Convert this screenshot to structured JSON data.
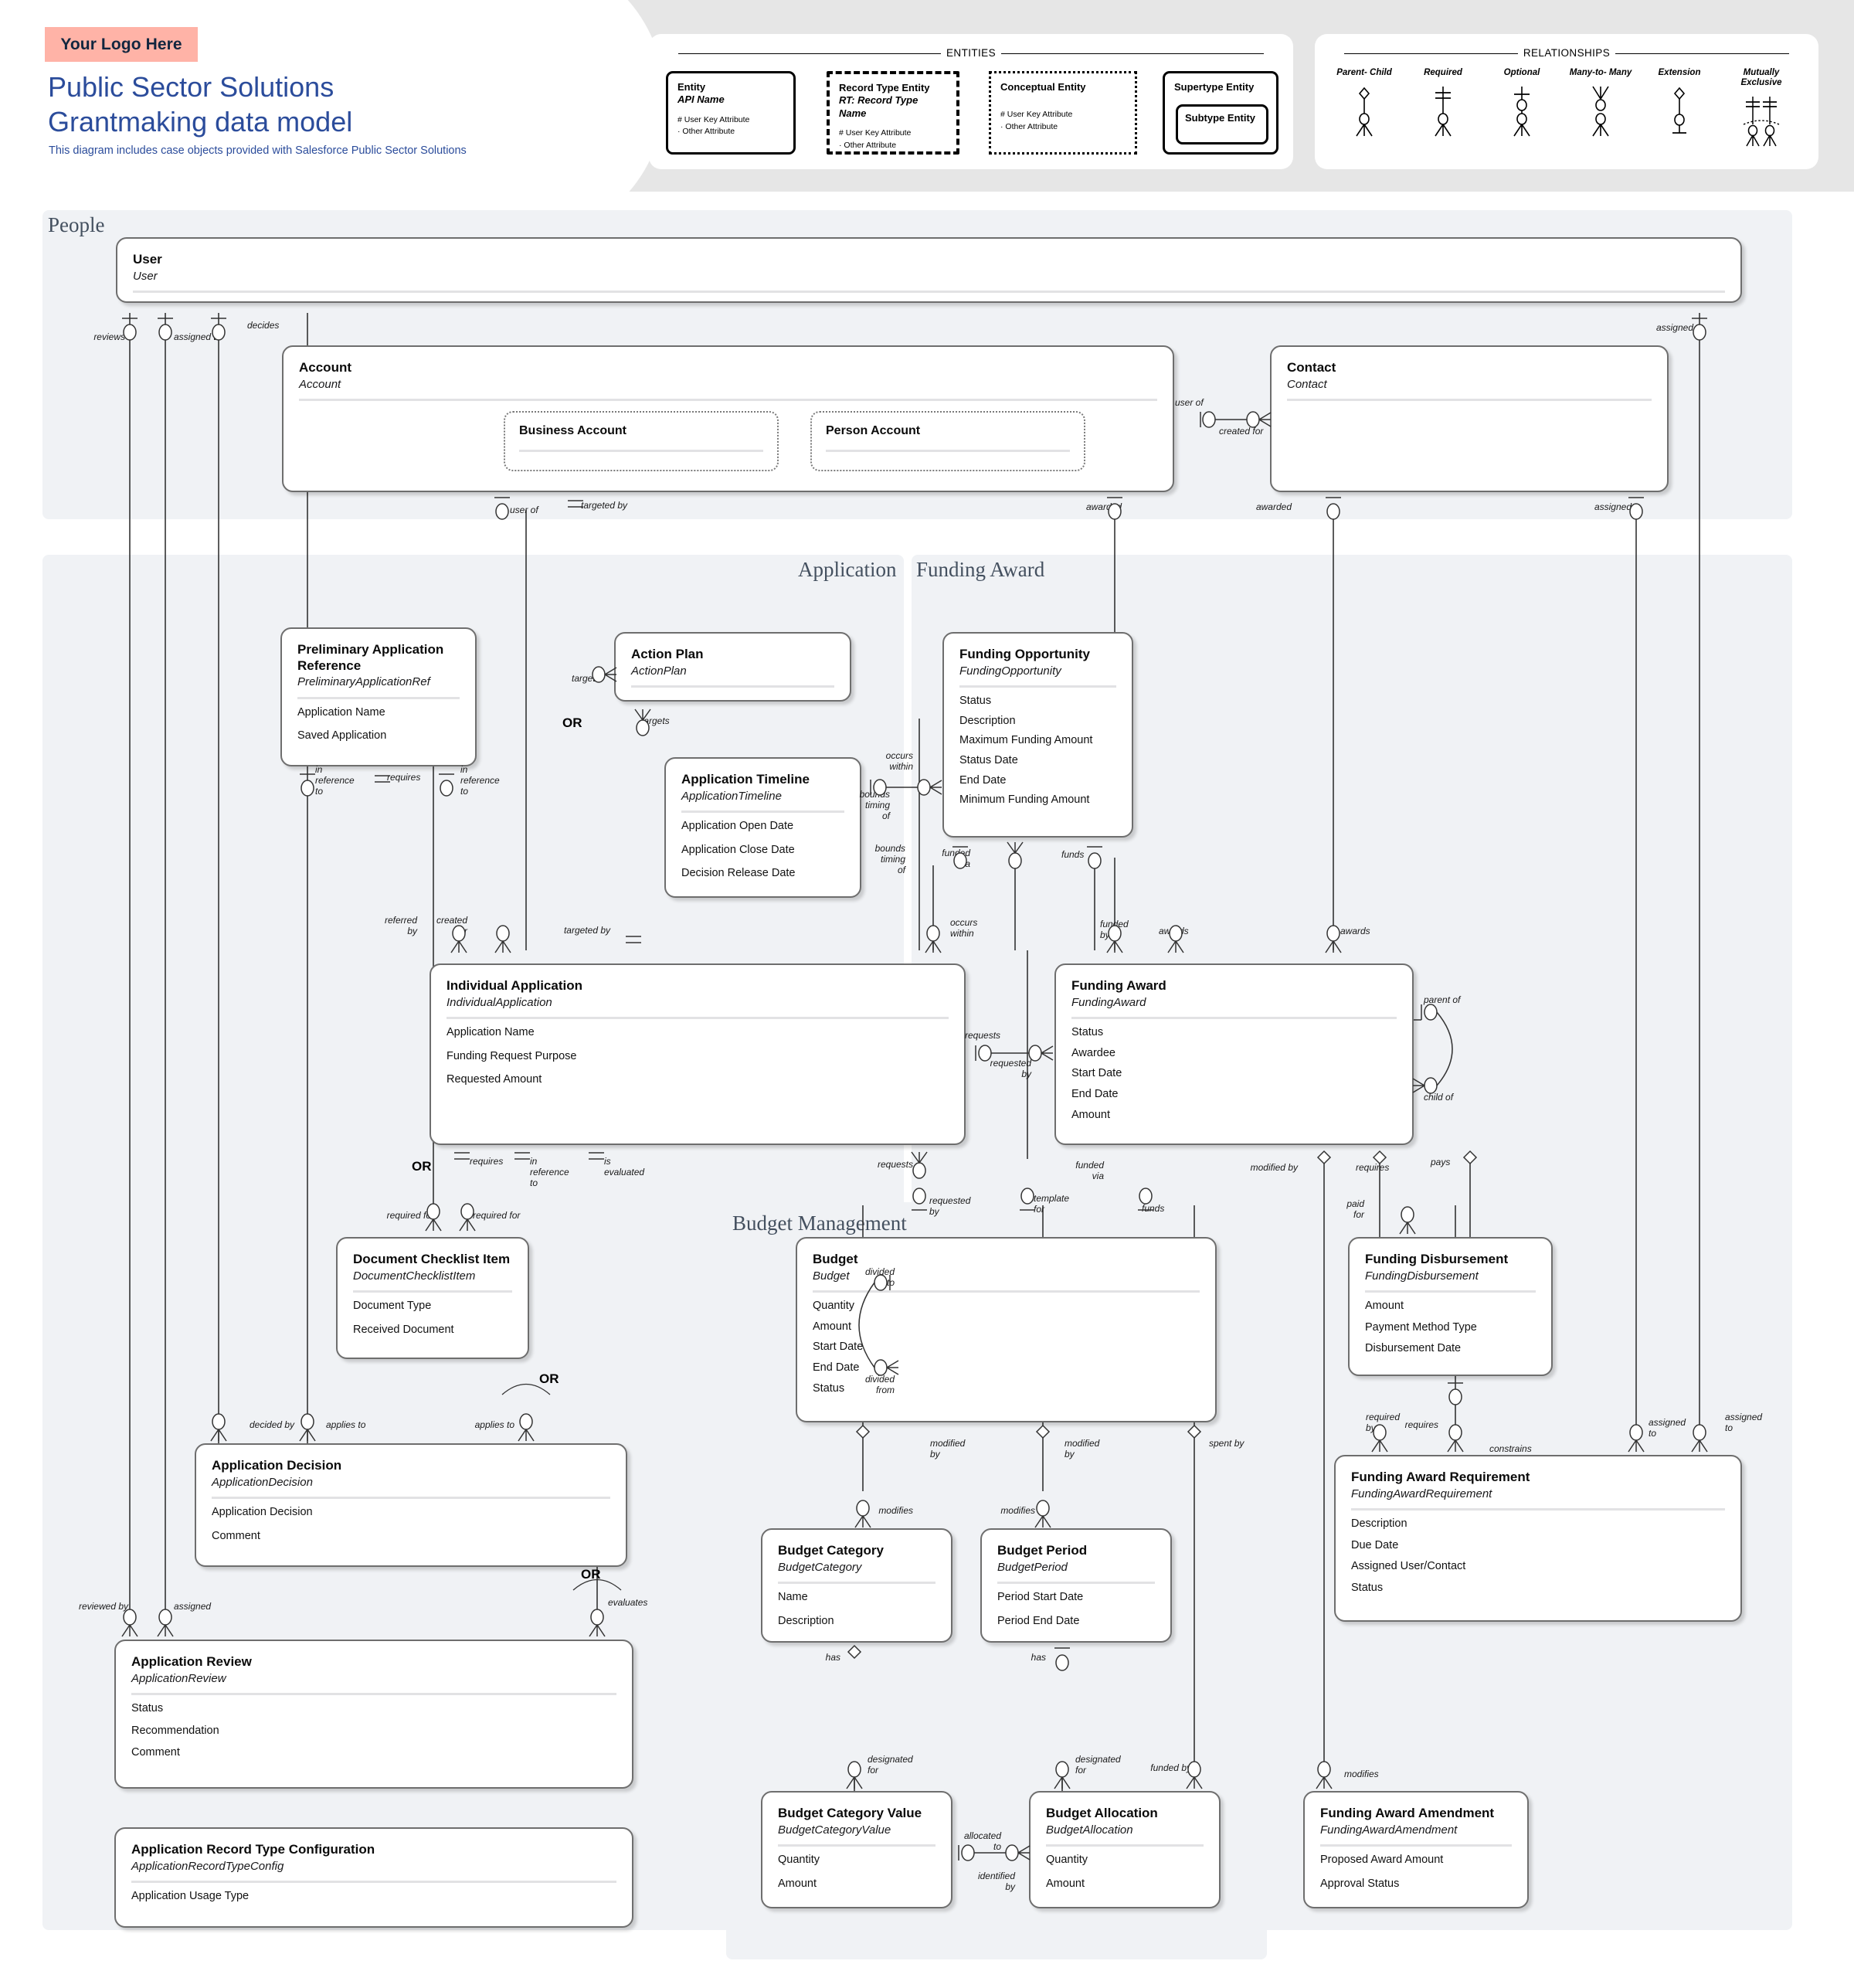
{
  "header": {
    "logo_placeholder": "Your Logo Here",
    "title": "Public Sector Solutions Grantmaking data model",
    "subtitle": "This diagram includes case objects provided with Salesforce Public Sector Solutions"
  },
  "legend": {
    "entities_title": "ENTITIES",
    "relationships_title": "RELATIONSHIPS",
    "entity_samples": [
      {
        "name": "Entity",
        "api": "API Name",
        "attrs": "# User Key Attribute\n· Other Attribute",
        "style": "solid"
      },
      {
        "name": "Record Type Entity",
        "api": "RT: Record Type Name",
        "attrs": "# User Key Attribute\n· Other Attribute",
        "style": "dashed"
      },
      {
        "name": "Conceptual Entity",
        "api": "",
        "attrs": "# User Key Attribute\n· Other Attribute",
        "style": "dotted"
      },
      {
        "name": "Supertype Entity",
        "api": "",
        "attrs": "",
        "style": "solid",
        "subtype": "Subtype Entity"
      }
    ],
    "relationship_types": [
      "Parent-\nChild",
      "Required",
      "Optional",
      "Many-to-\nMany",
      "Extension",
      "Mutually\nExclusive"
    ]
  },
  "areas": {
    "people": "People",
    "application": "Application",
    "funding_award": "Funding Award",
    "budget_management": "Budget Management"
  },
  "entities": {
    "user": {
      "name": "User",
      "api": "User",
      "attrs": []
    },
    "account": {
      "name": "Account",
      "api": "Account",
      "attrs": []
    },
    "business_account": {
      "name": "Business Account",
      "api": "",
      "attrs": []
    },
    "person_account": {
      "name": "Person Account",
      "api": "",
      "attrs": []
    },
    "contact": {
      "name": "Contact",
      "api": "Contact",
      "attrs": []
    },
    "preliminary_application_reference": {
      "name": "Preliminary Application Reference",
      "api": "PreliminaryApplicationRef",
      "attrs": [
        "Application Name",
        "Saved Application"
      ]
    },
    "action_plan": {
      "name": "Action Plan",
      "api": "ActionPlan",
      "attrs": []
    },
    "application_timeline": {
      "name": "Application Timeline",
      "api": "ApplicationTimeline",
      "attrs": [
        "Application Open Date",
        "Application Close Date",
        "Decision Release Date"
      ]
    },
    "funding_opportunity": {
      "name": "Funding Opportunity",
      "api": "FundingOpportunity",
      "attrs": [
        "Status",
        "Description",
        "Maximum Funding Amount",
        "Status Date",
        "End Date",
        "Minimum Funding Amount"
      ]
    },
    "individual_application": {
      "name": "Individual Application",
      "api": "IndividualApplication",
      "attrs": [
        "Application Name",
        "Funding Request Purpose",
        "Requested Amount"
      ]
    },
    "funding_award": {
      "name": "Funding Award",
      "api": "FundingAward",
      "attrs": [
        "Status",
        "Awardee",
        "Start Date",
        "End Date",
        "Amount"
      ]
    },
    "document_checklist_item": {
      "name": "Document Checklist Item",
      "api": "DocumentChecklistItem",
      "attrs": [
        "Document Type",
        "Received Document"
      ]
    },
    "budget": {
      "name": "Budget",
      "api": "Budget",
      "attrs": [
        "Quantity",
        "Amount",
        "Start Date",
        "End Date",
        "Status"
      ]
    },
    "funding_disbursement": {
      "name": "Funding Disbursement",
      "api": "FundingDisbursement",
      "attrs": [
        "Amount",
        "Payment Method Type",
        "Disbursement Date"
      ]
    },
    "application_decision": {
      "name": "Application Decision",
      "api": "ApplicationDecision",
      "attrs": [
        "Application Decision",
        "Comment"
      ]
    },
    "funding_award_requirement": {
      "name": "Funding Award Requirement",
      "api": "FundingAwardRequirement",
      "attrs": [
        "Description",
        "Due Date",
        "Assigned User/Contact",
        "Status"
      ]
    },
    "budget_category": {
      "name": "Budget Category",
      "api": "BudgetCategory",
      "attrs": [
        "Name",
        "Description"
      ]
    },
    "budget_period": {
      "name": "Budget Period",
      "api": "BudgetPeriod",
      "attrs": [
        "Period Start Date",
        "Period End Date"
      ]
    },
    "application_review": {
      "name": "Application Review",
      "api": "ApplicationReview",
      "attrs": [
        "Status",
        "Recommendation",
        "Comment"
      ]
    },
    "budget_category_value": {
      "name": "Budget Category Value",
      "api": "BudgetCategoryValue",
      "attrs": [
        "Quantity",
        "Amount"
      ]
    },
    "budget_allocation": {
      "name": "Budget Allocation",
      "api": "BudgetAllocation",
      "attrs": [
        "Quantity",
        "Amount"
      ]
    },
    "funding_award_amendment": {
      "name": "Funding Award Amendment",
      "api": "FundingAwardAmendment",
      "attrs": [
        "Proposed Award Amount",
        "Approval Status"
      ]
    },
    "application_record_type_configuration": {
      "name": "Application Record Type Configuration",
      "api": "ApplicationRecordTypeConfig",
      "attrs": [
        "Application Usage Type"
      ]
    }
  },
  "relationship_labels": {
    "reviews": "reviews",
    "assigned_to": "assigned to",
    "decides": "decides",
    "assigned_top_right": "assigned",
    "user_of_account": "user of",
    "targeted_by_account": "targeted by",
    "user_of_contact": "user of",
    "created_for": "created for",
    "awarded_account": "awarded",
    "awarded_contact": "awarded",
    "assigned_contact": "assigned",
    "in_reference_to_1": "in\nreference\nto",
    "requires_prelim": "requires",
    "in_reference_to_2": "in\nreference\nto",
    "targets_action_plan": "targets",
    "targets_timeline": "targets",
    "or_1": "OR",
    "bounds_timing_of_1": "bounds\ntiming\nof",
    "occurs_within_1": "occurs\nwithin",
    "bounds_timing_of_2": "bounds\ntiming\nof",
    "funded_via_1": "funded\nvia",
    "funds_1": "funds",
    "occurs_within_2": "occurs\nwithin",
    "funded_by": "funded\nby",
    "awards_1": "awards",
    "awards_2": "awards",
    "referred_by": "referred\nby",
    "created_for_2": "created\nfor",
    "targeted_by_app": "targeted by",
    "requests_1": "requests",
    "requested_by_1": "requested\nby",
    "parent_of": "parent of",
    "child_of": "child of",
    "requires_app": "requires",
    "in_reference_to_3": "in\nreference\nto",
    "is_evaluated": "is\nevaluated",
    "or_2": "OR",
    "required_for_1": "required for",
    "required_for_2": "required for",
    "requests_2": "requests",
    "funded_via_2": "funded\nvia",
    "modified_by_award": "modified by",
    "requires_award": "requires",
    "pays": "pays",
    "paid_for": "paid\nfor",
    "requested_by_budget": "requested\nby",
    "template_for": "template\nfor",
    "funds_budget": "funds",
    "divided_into": "divided\ninto",
    "divided_from": "divided\nfrom",
    "decided_by": "decided by",
    "applies_to_1": "applies to",
    "applies_to_2": "applies to",
    "or_3": "OR",
    "modified_by_bc": "modified\nby",
    "modified_by_bp": "modified\nby",
    "spent_by": "spent by",
    "requires_disb": "requires",
    "required_by": "required\nby",
    "constrains": "constrains",
    "assigned_to_far_1": "assigned\nto",
    "assigned_to_far_2": "assigned\nto",
    "modifies_bc": "modifies",
    "modifies_bp": "modifies",
    "has_bc": "has",
    "has_bp": "has",
    "reviewed_by": "reviewed by",
    "assigned_review": "assigned",
    "or_4": "OR",
    "evaluates": "evaluates",
    "designated_for_1": "designated\nfor",
    "designated_for_2": "designated\nfor",
    "funded_by_alloc": "funded by",
    "allocated_to": "allocated\nto",
    "identified_by": "identified\nby",
    "modifies_amend": "modifies"
  },
  "colors": {
    "accent_title": "#2b4c9b",
    "logo_bg": "#ffb3a7",
    "header_band": "#e6e6e6",
    "area_bg": "#f0f2f5",
    "entity_border": "#6e6e6e"
  }
}
